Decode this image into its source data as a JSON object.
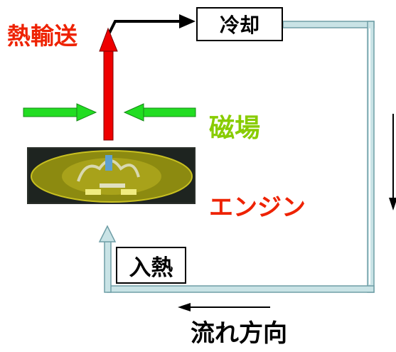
{
  "labels": {
    "heat_transport": "熱輸送",
    "cooling": "冷却",
    "magnetic_field": "磁場",
    "engine": "エンジン",
    "heat_input": "入熱",
    "flow_direction": "流れ方向"
  },
  "colors": {
    "heat_transport": "#ee2200",
    "magnetic_field": "#88cc00",
    "engine": "#ee2200",
    "pipe_fill": "#c9e3e6",
    "pipe_edge": "#6f9ea6",
    "field_arrow": "#22dd22",
    "heat_arrow": "#ee0000"
  }
}
